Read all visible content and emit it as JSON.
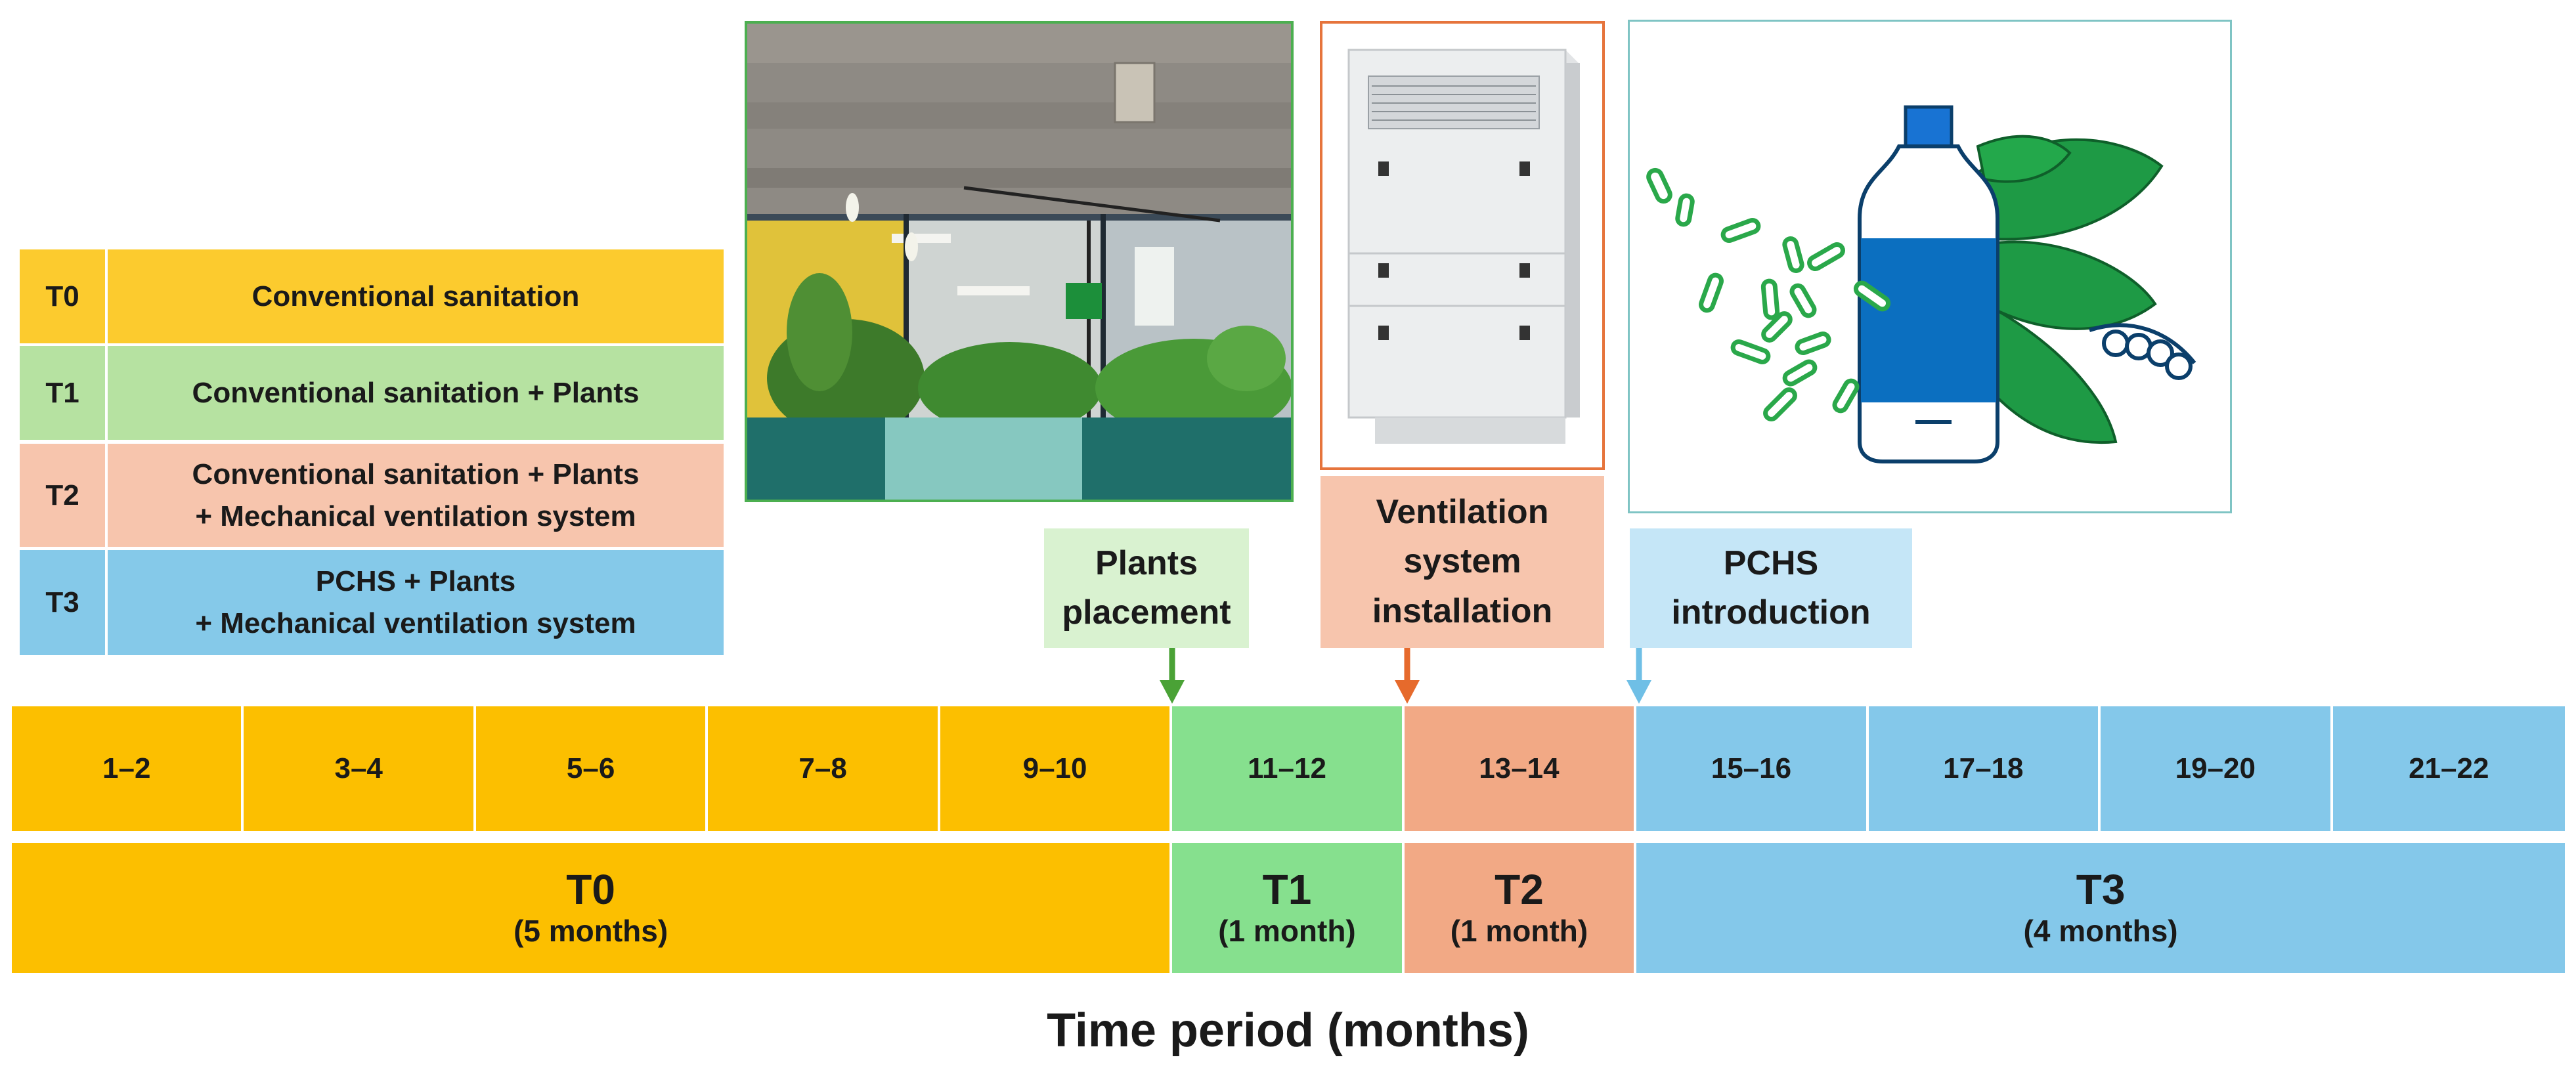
{
  "legend": [
    {
      "code": "T0",
      "description": "Conventional sanitation",
      "color": "#fccb2e"
    },
    {
      "code": "T1",
      "description": "Conventional sanitation + Plants",
      "color": "#b6e2a1"
    },
    {
      "code": "T2",
      "description": "Conventional sanitation + Plants\n+  Mechanical ventilation system",
      "color": "#f7c5ad"
    },
    {
      "code": "T3",
      "description": "PCHS + Plants\n+ Mechanical ventilation system",
      "color": "#85c9e9"
    }
  ],
  "callouts": {
    "plants": {
      "label": "Plants\nplacement",
      "bg": "#d9f2d0",
      "arrow_color": "#4aa236"
    },
    "ventilation": {
      "label": "Ventilation\nsystem\ninstallation",
      "bg": "#f7c5ad",
      "arrow_color": "#e66a2c"
    },
    "pchs": {
      "label": "PCHS\nintroduction",
      "bg": "#c5e6f7",
      "arrow_color": "#6fbfe6"
    }
  },
  "timeline": {
    "months": [
      {
        "label": "1–2",
        "phase": "T0"
      },
      {
        "label": "3–4",
        "phase": "T0"
      },
      {
        "label": "5–6",
        "phase": "T0"
      },
      {
        "label": "7–8",
        "phase": "T0"
      },
      {
        "label": "9–10",
        "phase": "T0"
      },
      {
        "label": "11–12",
        "phase": "T1"
      },
      {
        "label": "13–14",
        "phase": "T2"
      },
      {
        "label": "15–16",
        "phase": "T3"
      },
      {
        "label": "17–18",
        "phase": "T3"
      },
      {
        "label": "19–20",
        "phase": "T3"
      },
      {
        "label": "21–22",
        "phase": "T3"
      }
    ],
    "phases": [
      {
        "name": "T0",
        "duration": "(5 months)",
        "span": 5,
        "color": "#fcbf00"
      },
      {
        "name": "T1",
        "duration": "(1 month)",
        "span": 1,
        "color": "#86e08e"
      },
      {
        "name": "T2",
        "duration": "(1 month)",
        "span": 1,
        "color": "#f2a985"
      },
      {
        "name": "T3",
        "duration": "(4 months)",
        "span": 4,
        "color": "#84c8ea"
      }
    ],
    "axis_label": "Time period (months)"
  },
  "colors": {
    "plants_frame": "#4caf50",
    "ventilation_frame": "#e6743c",
    "pchs_frame": "#7fc4c4",
    "bacteria": "#2aa84a",
    "bottle": "#0b6fc0",
    "leaf": "#1e9a45"
  }
}
